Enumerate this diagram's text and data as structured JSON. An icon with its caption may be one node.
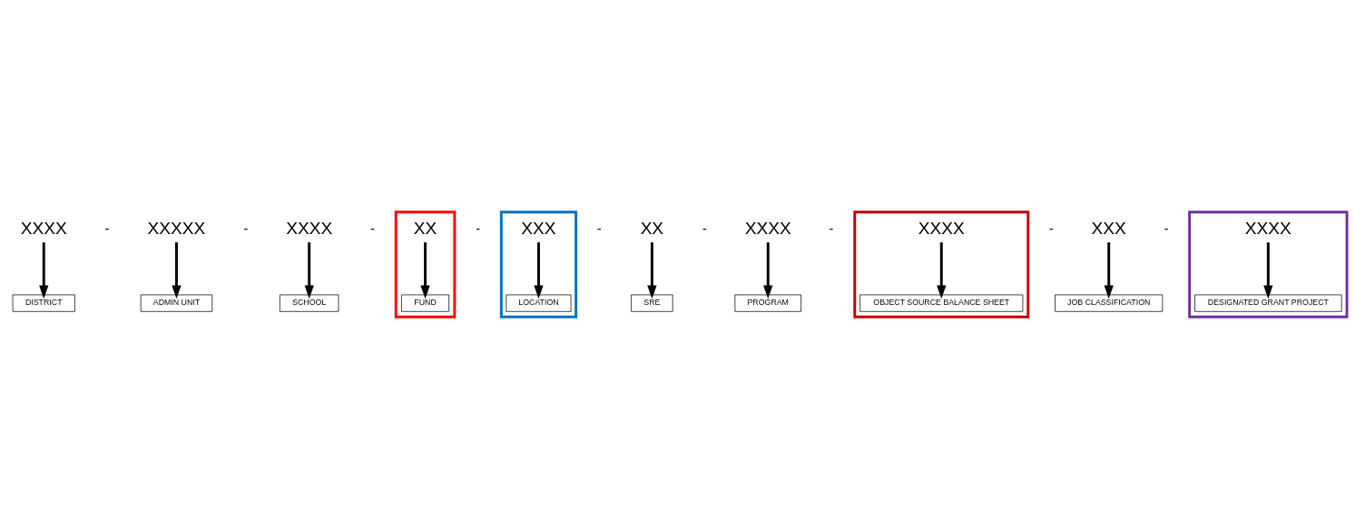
{
  "diagram": {
    "nodes": [
      {
        "text": [
          "XXXX"
        ]
      },
      {
        "text": [
          "DISTRICT"
        ]
      },
      {
        "text": [
          "XXXXX"
        ]
      },
      {
        "text": [
          "ADMIN UNIT"
        ]
      },
      {
        "text": [
          "XXXX"
        ]
      },
      {
        "text": [
          "SCHOOL"
        ]
      },
      {
        "text": [],
        "shape": "box"
      },
      {
        "text": [
          "XX"
        ],
        "in": 6
      },
      {
        "text": [
          "FUND"
        ],
        "in": 6
      },
      {
        "text": [],
        "shape": "box"
      },
      {
        "text": [
          "XXX"
        ],
        "in": 9
      },
      {
        "text": [
          "LOCATION"
        ],
        "in": 9
      },
      {
        "text": [
          "XX"
        ]
      },
      {
        "text": [
          "SRE"
        ]
      },
      {
        "text": [
          "XXXX"
        ]
      },
      {
        "text": [
          "PROGRAM"
        ]
      },
      {
        "text": [],
        "shape": "box"
      },
      {
        "text": [
          "XXXX"
        ],
        "in": 16
      },
      {
        "text": [
          "OBJECT SOURCE BALANCE SHEET"
        ],
        "in": 16
      },
      {
        "text": [
          "XXX"
        ]
      },
      {
        "text": [
          "JOB CLASSIFICATION"
        ]
      },
      {
        "text": [],
        "shape": "box"
      },
      {
        "text": [
          "XXXX"
        ],
        "in": 21
      },
      {
        "text": [
          "DESIGNATED GRANT PROJECT"
        ],
        "in": 21
      }
    ],
    "edges": [
      {
        "from": 0,
        "to": 1,
        "arrow": "to"
      },
      {
        "from": 2,
        "to": 3,
        "arrow": "to"
      },
      {
        "from": 4,
        "to": 5,
        "arrow": "to"
      },
      {
        "from": 7,
        "to": 8,
        "arrow": "to"
      },
      {
        "from": 10,
        "to": 11,
        "arrow": "to"
      },
      {
        "from": 12,
        "to": 13,
        "arrow": "to"
      },
      {
        "from": 14,
        "to": 15,
        "arrow": "to"
      },
      {
        "from": 17,
        "to": 18,
        "arrow": "to"
      },
      {
        "from": 19,
        "to": 20,
        "arrow": "to"
      },
      {
        "from": 22,
        "to": 23,
        "arrow": "to"
      }
    ],
    "labels": [
      "-",
      "-",
      "-",
      "-",
      "-",
      "-",
      "-",
      "-",
      "-"
    ]
  }
}
